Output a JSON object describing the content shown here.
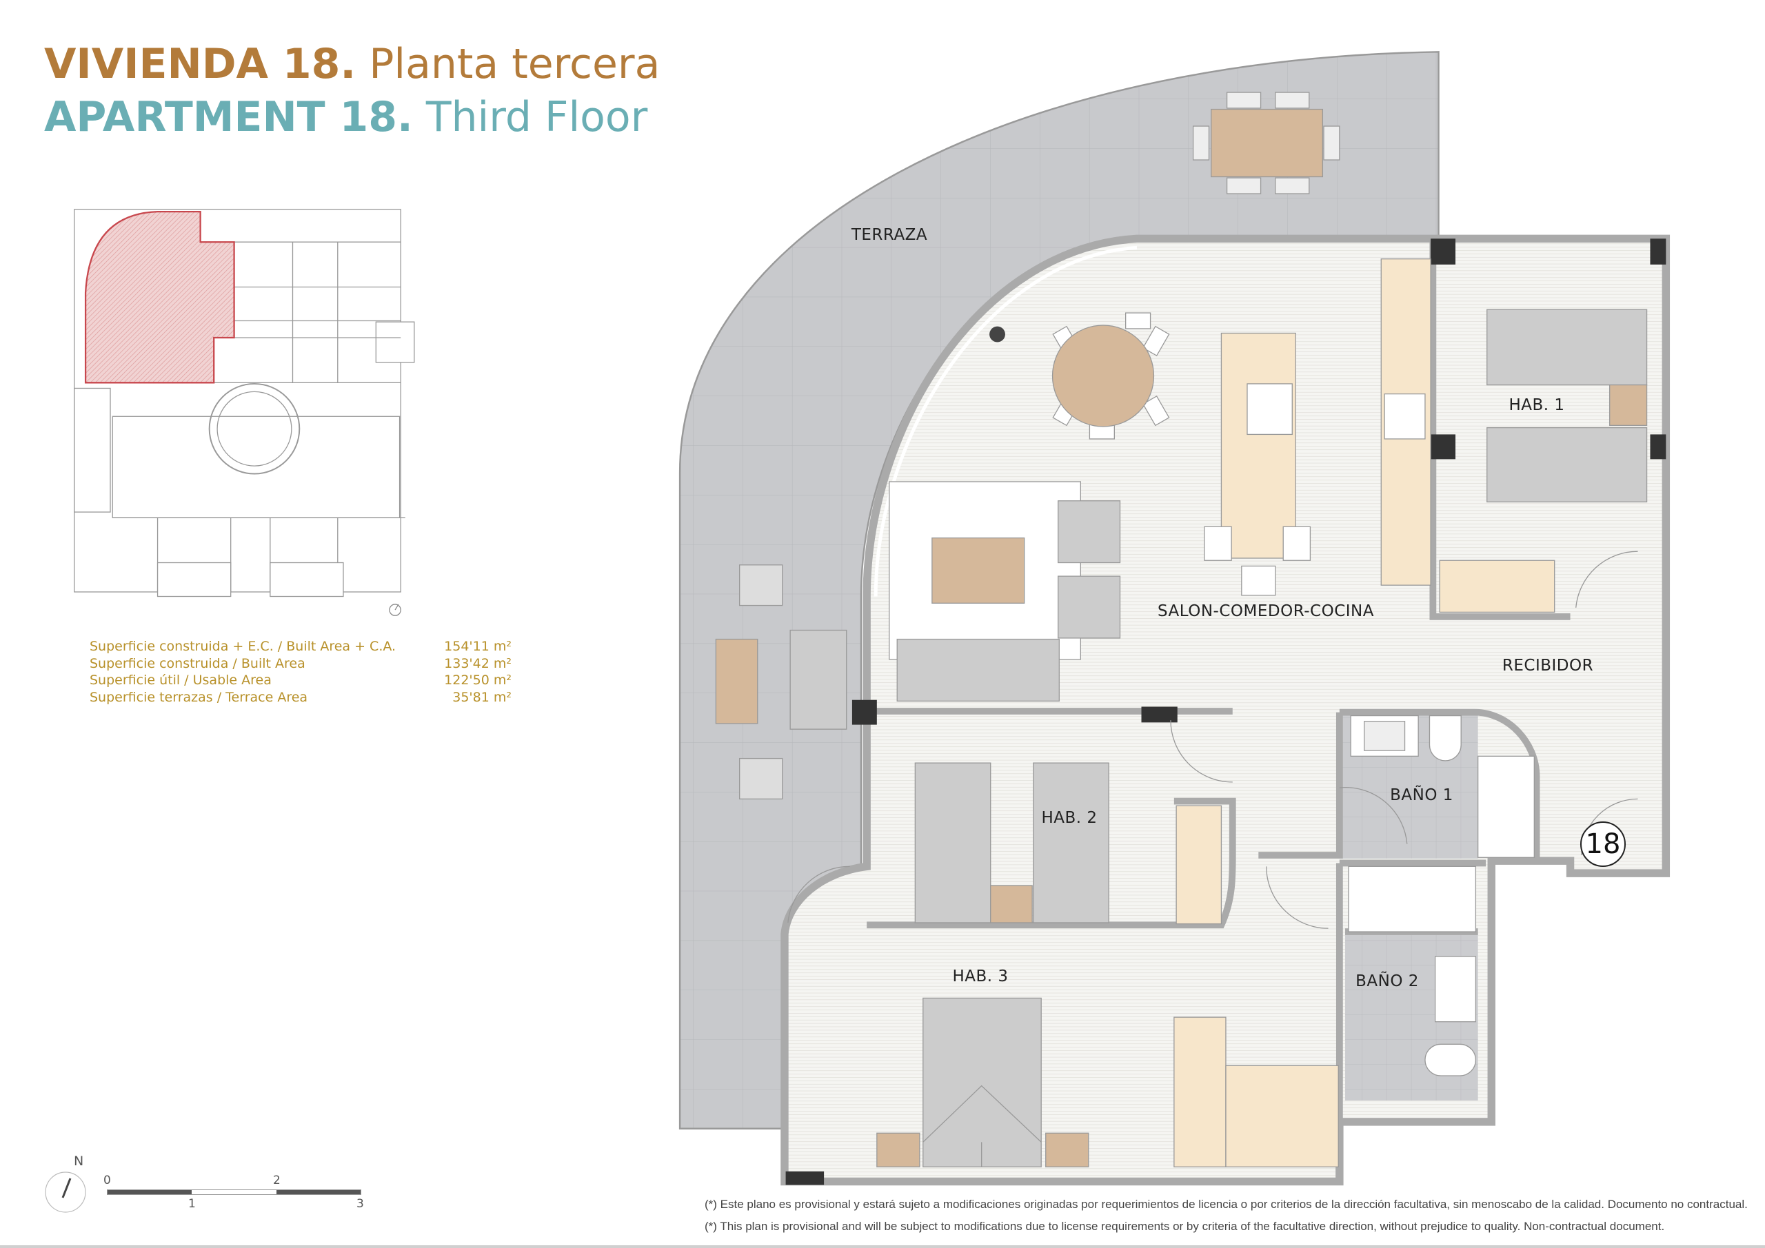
{
  "title": {
    "es_bold": "VIVIENDA 18.",
    "es_light": "Planta tercera",
    "en_bold": "APARTMENT 18.",
    "en_light": "Third Floor"
  },
  "areas": [
    {
      "label": "Superficie construida + E.C. / Built Area + C.A.",
      "value": "154'11 m²"
    },
    {
      "label": "Superficie construida / Built Area",
      "value": "133'42 m²"
    },
    {
      "label": "Superficie útil / Usable Area",
      "value": "122'50 m²"
    },
    {
      "label": "Superficie terrazas / Terrace Area",
      "value": "35'81 m²"
    }
  ],
  "rooms": {
    "terraza": "TERRAZA",
    "salon": "SALON-COMEDOR-COCINA",
    "hab1": "HAB. 1",
    "recibidor": "RECIBIDOR",
    "bano1": "BAÑO 1",
    "hab2": "HAB. 2",
    "hab3": "HAB. 3",
    "bano2": "BAÑO 2",
    "unit_number": "18"
  },
  "compass": {
    "north_label": "N"
  },
  "scale_bar": {
    "ticks": [
      "0",
      "1",
      "2",
      "3"
    ]
  },
  "colors": {
    "brand_gold": "#b37b3a",
    "brand_teal": "#6aaeb4",
    "highlight_red": "#c8474d",
    "wood": "#d5b89a",
    "cream": "#f7e6cb"
  },
  "footer": {
    "es": "(*) Este plano es provisional y estará sujeto a modificaciones originadas por requerimientos de licencia o por criterios de la dirección facultativa, sin menoscabo de la calidad. Documento no contractual.",
    "en": "(*) This plan is provisional and will be subject to modifications due to license requirements or by criteria of the facultative direction, without prejudice to quality. Non-contractual document."
  }
}
